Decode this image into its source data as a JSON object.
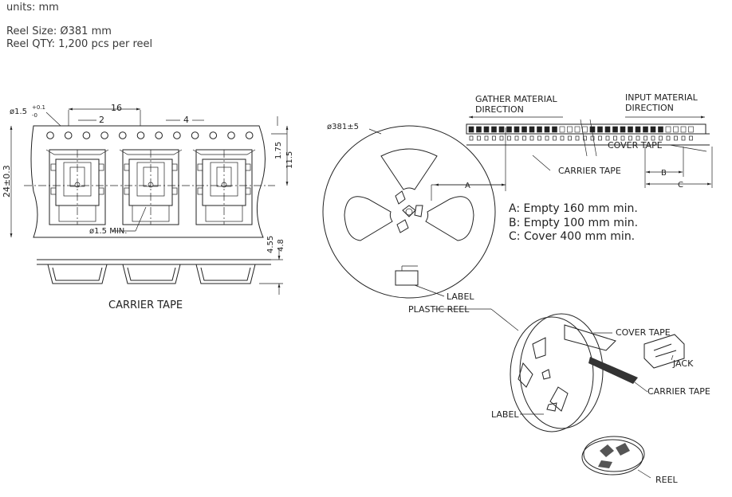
{
  "header": {
    "units": "units: mm",
    "reel_size": "Reel Size: Ø381 mm",
    "reel_qty": "Reel QTY: 1,200 pcs per reel"
  },
  "carrier_drawing": {
    "hole_dia": "ø1.5",
    "hole_tol_plus": "+0.1",
    "hole_tol_minus": "-0",
    "dim_pitch_16": "16",
    "dim_2": "2",
    "dim_4": "4",
    "dim_width": "24±0.3",
    "dim_175": "1.75",
    "dim_115": "11.5",
    "dim_hole_min": "ø1.5 MIN.",
    "dim_455": "4.55",
    "dim_48": "4.8",
    "caption": "CARRIER TAPE"
  },
  "reel_drawing": {
    "reel_dia": "ø381±5",
    "gather_label": [
      "GATHER MATERIAL",
      "DIRECTION"
    ],
    "input_label": [
      "INPUT MATERIAL",
      "DIRECTION"
    ],
    "cover_tape": "COVER TAPE",
    "carrier_tape": "CARRIER TAPE",
    "dim_a": "A",
    "dim_b": "B",
    "dim_c": "C",
    "label": "LABEL",
    "plastic_reel": "PLASTIC REEL",
    "notes": [
      "A: Empty 160 mm min.",
      "B: Empty 100 mm min.",
      "C: Cover 400 mm min."
    ]
  },
  "assembly_drawing": {
    "cover_tape": "COVER TAPE",
    "jack": "JACK",
    "carrier_tape": "CARRIER TAPE",
    "label": "LABEL",
    "reel": "REEL"
  }
}
